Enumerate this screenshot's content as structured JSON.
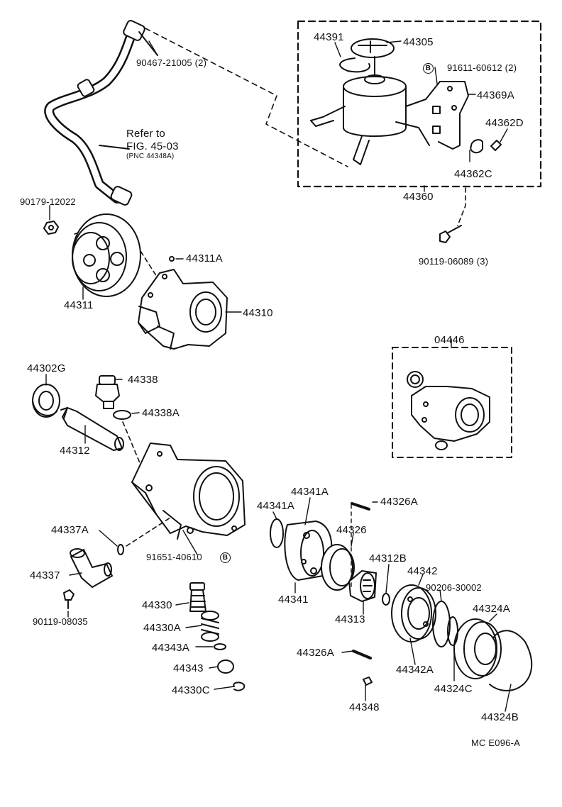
{
  "labels": {
    "p90467": "90467-21005 (2)",
    "refer_to": "Refer to",
    "fig": "FIG. 45-03",
    "pnc": "(PNC 44348A)",
    "p90179": "90179-12022",
    "p44311": "44311",
    "p44311a": "44311A",
    "p44310": "44310",
    "p44391": "44391",
    "p44305": "44305",
    "b_marker": "B",
    "p91611": "91611-60612 (2)",
    "p44369a": "44369A",
    "p44362d": "44362D",
    "p44362c": "44362C",
    "p44360": "44360",
    "p90119_06089": "90119-06089 (3)",
    "p04446": "04446",
    "p44302g": "44302G",
    "p44338": "44338",
    "p44338a": "44338A",
    "p44312": "44312",
    "p44337a": "44337A",
    "p91651": "91651-40610",
    "p44337": "44337",
    "p90119_08035": "90119-08035",
    "p44330": "44330",
    "p44330a": "44330A",
    "p44343a": "44343A",
    "p44343": "44343",
    "p44330c": "44330C",
    "p44341a_top": "44341A",
    "p44341a_left": "44341A",
    "p44326a_top": "44326A",
    "p44326": "44326",
    "p44341": "44341",
    "p44312b": "44312B",
    "p44313": "44313",
    "p44342": "44342",
    "p90206": "90206-30002",
    "p44324a": "44324A",
    "p44326a_bot": "44326A",
    "p44342a": "44342A",
    "p44324c": "44324C",
    "p44348": "44348",
    "p44324b": "44324B",
    "footer_code": "MC  E096-A"
  }
}
